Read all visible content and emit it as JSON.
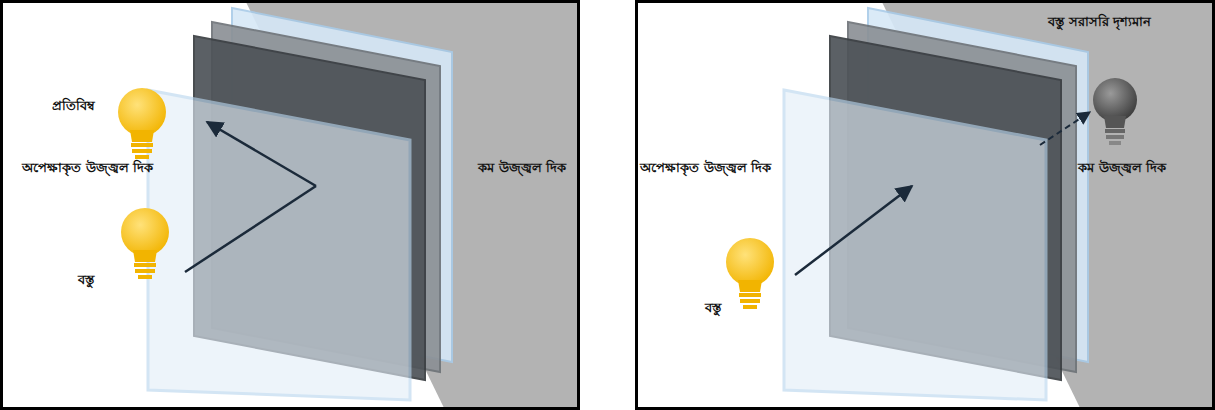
{
  "diagram": {
    "labels": [
      "প্রতিবিম্ব",
      "অপেক্ষাকৃত উজ্জ্বল দিক",
      "বস্তু",
      "কম উজ্জ্বল দিক",
      "বস্তু সরাসরি দৃশ্যমান",
      "অপেক্ষাকৃত উজ্জ্বল দিক",
      "কম উজ্জ্বল দিক",
      "বস্তু"
    ]
  }
}
